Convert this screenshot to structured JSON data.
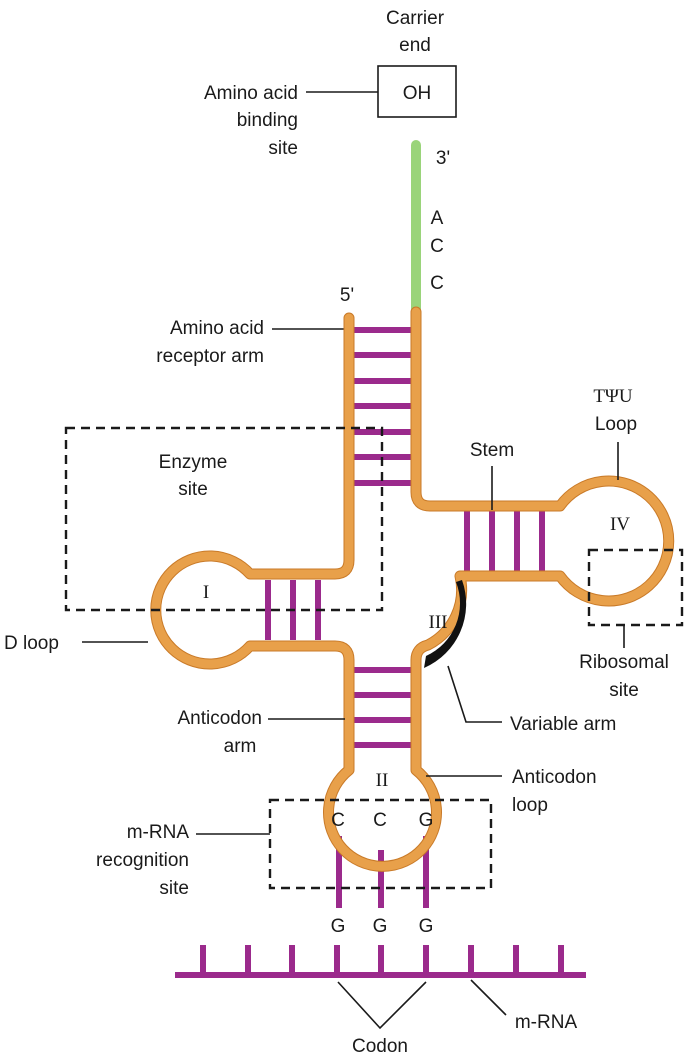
{
  "labels": {
    "carrier_end": [
      "Carrier",
      "end"
    ],
    "oh": "OH",
    "amino_acid_binding_site": [
      "Amino acid",
      "binding",
      "site"
    ],
    "three_prime": "3'",
    "five_prime": "5'",
    "acc": [
      "A",
      "C",
      "C"
    ],
    "amino_acid_receptor_arm": [
      "Amino acid",
      "receptor arm"
    ],
    "tpsiu_loop": [
      "TΨU",
      "Loop"
    ],
    "enzyme_site": [
      "Enzyme",
      "site"
    ],
    "stem": "Stem",
    "loop_i": "I",
    "loop_ii": "II",
    "loop_iii": "III",
    "loop_iv": "IV",
    "d_loop": "D loop",
    "ribosomal_site": [
      "Ribosomal",
      "site"
    ],
    "anticodon_arm": [
      "Anticodon",
      "arm"
    ],
    "variable_arm": "Variable arm",
    "anticodon_loop": [
      "Anticodon",
      "loop"
    ],
    "mrna_recognition_site": [
      "m-RNA",
      "recognition",
      "site"
    ],
    "anticodon_bases": [
      "C",
      "C",
      "G"
    ],
    "codon_bases": [
      "G",
      "G",
      "G"
    ],
    "mrna": "m-RNA",
    "codon": "Codon"
  },
  "colors": {
    "backbone": "#e8a04a",
    "acceptor_stem": "#9ad47a",
    "bonds": "#9b2a8c",
    "variable_arm": "#111111"
  }
}
